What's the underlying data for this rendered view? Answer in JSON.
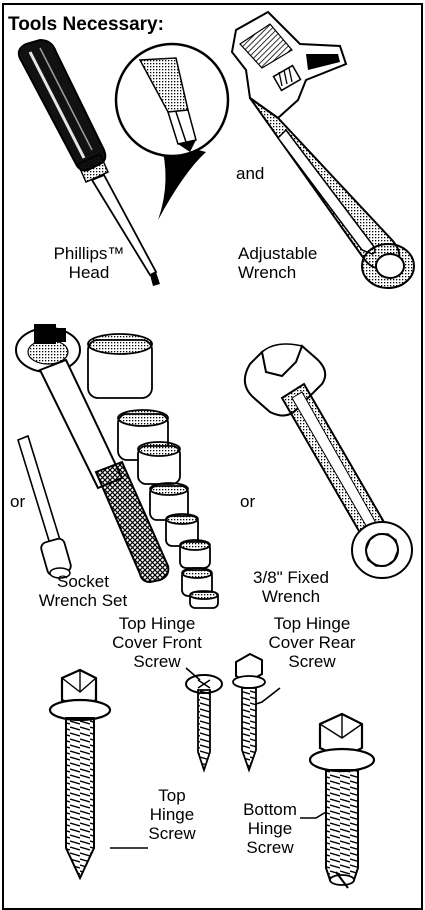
{
  "title": "Tools Necessary:",
  "tools": {
    "phillips": {
      "line1": "Phillips™",
      "line2": "Head"
    },
    "connector_and": "and",
    "adjustable": {
      "line1": "Adjustable",
      "line2": "Wrench"
    },
    "connector_or_left": "or",
    "socket": {
      "line1": "Socket",
      "line2": "Wrench Set"
    },
    "connector_or_right": "or",
    "fixed": {
      "line1": "3/8\" Fixed",
      "line2": "Wrench"
    }
  },
  "screws": {
    "top_front": {
      "line1": "Top Hinge",
      "line2": "Cover Front",
      "line3": "Screw"
    },
    "top_rear": {
      "line1": "Top Hinge",
      "line2": "Cover Rear",
      "line3": "Screw"
    },
    "top_hinge": {
      "line1": "Top",
      "line2": "Hinge",
      "line3": "Screw"
    },
    "bottom_hinge": {
      "line1": "Bottom",
      "line2": "Hinge",
      "line3": "Screw"
    }
  }
}
